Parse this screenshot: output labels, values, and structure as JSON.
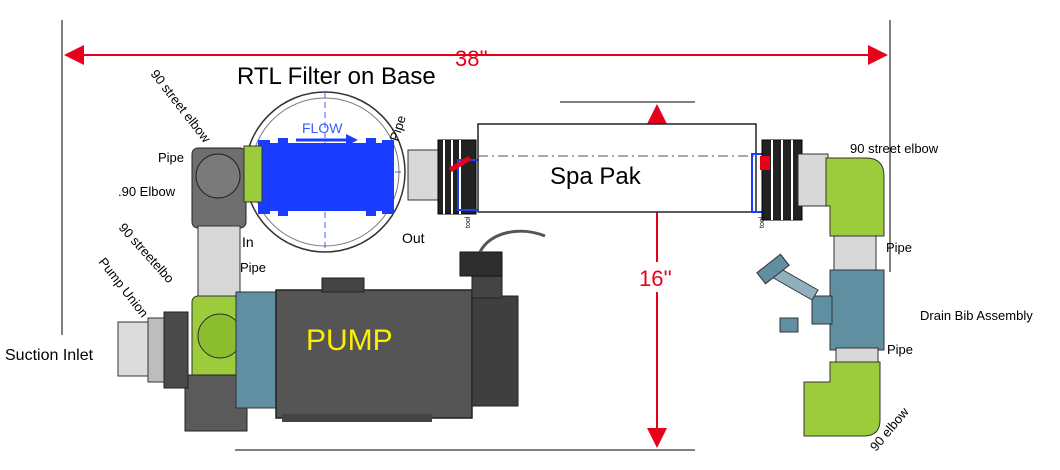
{
  "title": "RTL Filter on Base",
  "dimensions": {
    "width_label": "38''",
    "height_label": "16''"
  },
  "labels": {
    "flow": "FLOW",
    "filter_in": "In",
    "filter_out": "Out",
    "pipe": "Pipe",
    "street_elbow_90": "90 street elbow",
    "elbow_90_left": ".90 Elbow",
    "street_elbow_90_pump": "90 streetelbo",
    "pump_union": "Pump Union",
    "suction_inlet": "Suction Inlet",
    "pump": "PUMP",
    "spa_pak": "Spa Pak",
    "street_elbow_90_right": "90 street elbow",
    "drain_bib": "Drain Bib Assembly",
    "elbow_90_bottom": "90 elbow",
    "tool_left": "tool",
    "tool_right": "tool"
  },
  "colors": {
    "dimension": "#e8001a",
    "filter_blue": "#1a3cff",
    "elbow_green": "#9ccc3c",
    "pipe_gray": "#d8d8d8",
    "pump_dark": "#555555",
    "pump_label": "#ffee00",
    "fitting_teal": "#5f8fa0"
  }
}
